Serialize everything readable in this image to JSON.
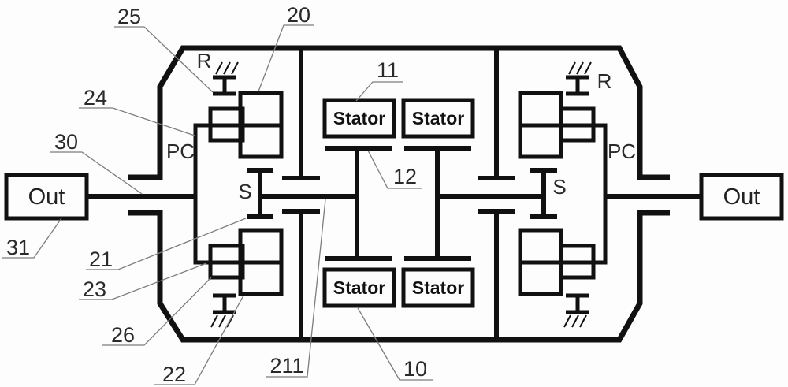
{
  "figure": {
    "out": "Out",
    "stator": "Stator",
    "ring": "R",
    "carrier": "PC",
    "sun": "S"
  },
  "callouts": {
    "c25": "25",
    "c20": "20",
    "c24": "24",
    "c30": "30",
    "c31": "31",
    "c21": "21",
    "c23": "23",
    "c26": "26",
    "c22": "22",
    "c211": "211",
    "c10": "10",
    "c11": "11",
    "c12": "12"
  }
}
